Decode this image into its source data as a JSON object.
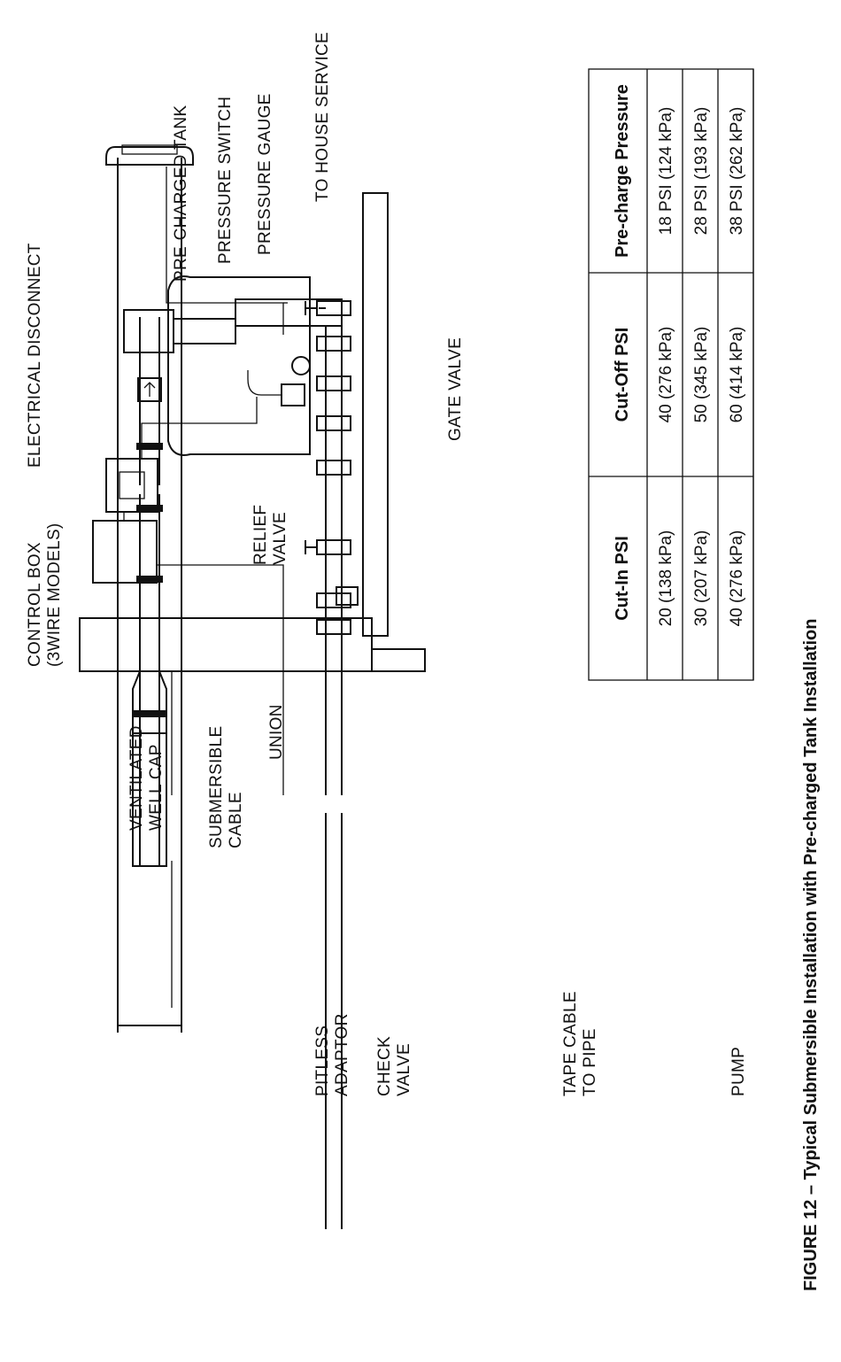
{
  "labels": {
    "ventilated_well_cap": [
      "VENTILATED",
      "WELL CAP"
    ],
    "submersible_cable": [
      "SUBMERSIBLE",
      "CABLE"
    ],
    "pitless_adaptor": [
      "PITLESS",
      "ADAPTOR"
    ],
    "check_valve": [
      "CHECK",
      "VALVE"
    ],
    "tape_cable": [
      "TAPE CABLE",
      "TO PIPE"
    ],
    "pump": "PUMP",
    "union": "UNION",
    "control_box": [
      "CONTROL BOX",
      "(3WIRE MODELS)"
    ],
    "relief_valve": [
      "RELIEF",
      "VALVE"
    ],
    "electrical_disconnect": "ELECTRICAL DISCONNECT",
    "gate_valve": "GATE VALVE",
    "pre_charged_tank": "PRE-CHARGED TANK",
    "pressure_switch": "PRESSURE SWITCH",
    "pressure_gauge": "PRESSURE GAUGE",
    "to_house_service": "TO HOUSE SERVICE"
  },
  "caption": "FIGURE 12 – Typical Submersible Installation with Pre-charged Tank Installation",
  "table": {
    "headers": [
      "Cut-In PSI",
      "Cut-Off PSI",
      "Pre-charge Pressure"
    ],
    "rows": [
      [
        "20 (138 kPa)",
        "40 (276 kPa)",
        "18 PSI (124 kPa)"
      ],
      [
        "30 (207 kPa)",
        "50 (345 kPa)",
        "28 PSI (193 kPa)"
      ],
      [
        "40 (276 kPa)",
        "60 (414 kPa)",
        "38 PSI (262 kPa)"
      ]
    ]
  }
}
